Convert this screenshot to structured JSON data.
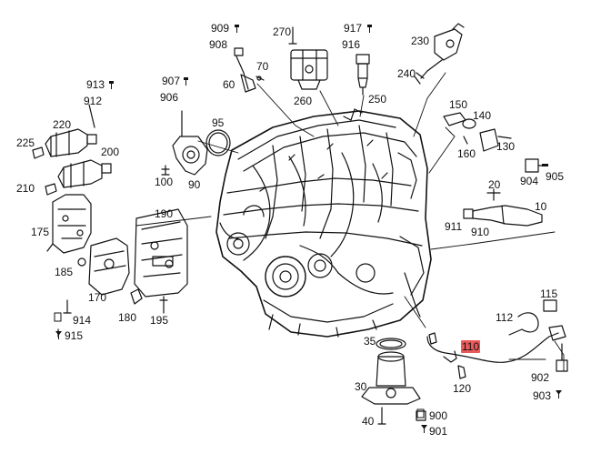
{
  "diagram": {
    "labels": {
      "p909": "909",
      "p908": "908",
      "p270": "270",
      "p917": "917",
      "p916": "916",
      "p230": "230",
      "p240": "240",
      "p70": "70",
      "p60": "60",
      "p260": "260",
      "p250": "250",
      "p907": "907",
      "p906": "906",
      "p913": "913",
      "p912": "912",
      "p220": "220",
      "p225": "225",
      "p200": "200",
      "p210": "210",
      "p95": "95",
      "p100": "100",
      "p90": "90",
      "p150": "150",
      "p140": "140",
      "p130": "130",
      "p160": "160",
      "p905": "905",
      "p904": "904",
      "p20": "20",
      "p10": "10",
      "p911": "911",
      "p910": "910",
      "p175": "175",
      "p190": "190",
      "p185": "185",
      "p170": "170",
      "p180": "180",
      "p195": "195",
      "p914": "914",
      "p915": "915",
      "p115": "115",
      "p112": "112",
      "p35": "35",
      "p110": "110",
      "p120": "120",
      "p30": "30",
      "p902": "902",
      "p903": "903",
      "p900": "900",
      "p901": "901",
      "p40": "40"
    },
    "highlighted_part": "110",
    "colors": {
      "highlight": "#ea5a5a",
      "line": "#111111"
    }
  }
}
